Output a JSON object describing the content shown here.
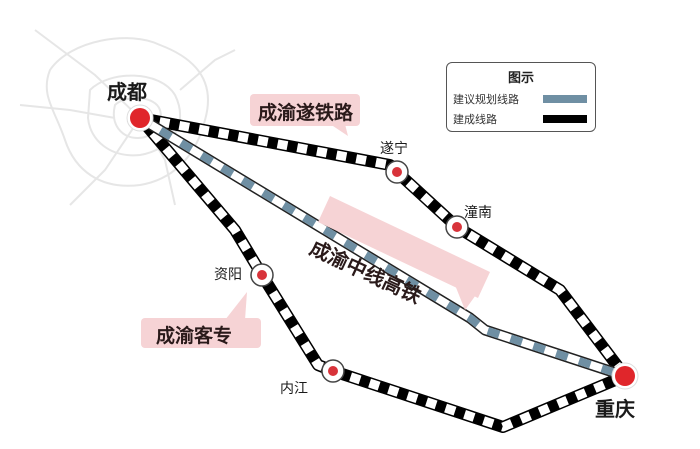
{
  "legend": {
    "title": "图示",
    "items": [
      {
        "label": "建议规划线路",
        "color": "#6f8fa3"
      },
      {
        "label": "建成线路",
        "color": "#000000"
      }
    ]
  },
  "cities": {
    "chengdu": "成都",
    "suining": "遂宁",
    "tongnan": "潼南",
    "ziyang": "资阳",
    "neijiang": "内江",
    "chongqing": "重庆"
  },
  "routes": {
    "chengyu_sui": "成渝遂铁路",
    "chengyu_central": "成渝中线高铁",
    "chengyu_passenger": "成渝客专"
  },
  "colors": {
    "city_dot": "#e0262b",
    "callout_bg": "#f6d3d5",
    "built_line": "#000000",
    "planned_line": "#6f8fa3"
  }
}
